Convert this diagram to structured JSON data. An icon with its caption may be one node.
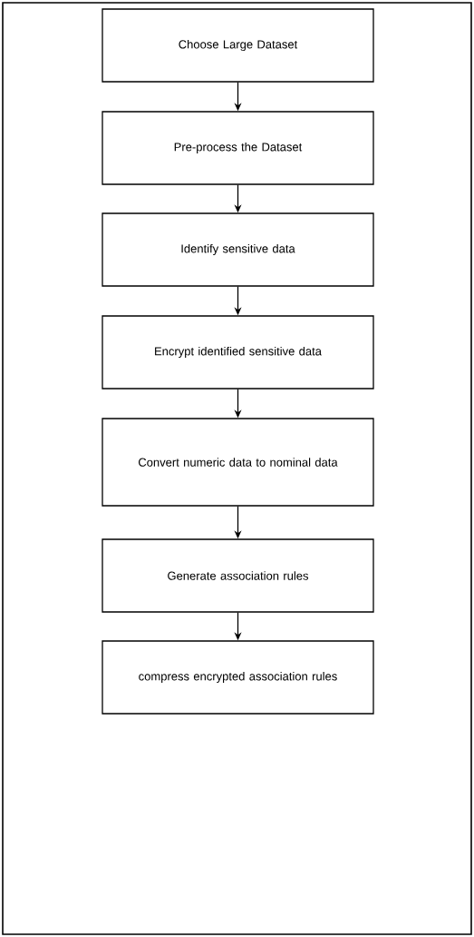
{
  "diagram": {
    "nodes": [
      {
        "text": [
          "Choose Large Dataset"
        ]
      },
      {
        "text": [
          "Pre-process the Dataset"
        ]
      },
      {
        "text": [
          "Identify sensitive data"
        ]
      },
      {
        "text": [
          "Encrypt identified sensitive data"
        ]
      },
      {
        "text": [
          "Convert numeric data to nominal data"
        ]
      },
      {
        "text": [
          "Generate association rules"
        ]
      },
      {
        "text": [
          "compress encrypted association rules"
        ]
      }
    ],
    "edges": [
      {
        "from": 0,
        "to": 1,
        "arrow": "to"
      },
      {
        "from": 1,
        "to": 2,
        "arrow": "to"
      },
      {
        "from": 2,
        "to": 3,
        "arrow": "to"
      },
      {
        "from": 3,
        "to": 4,
        "arrow": "to"
      },
      {
        "from": 4,
        "to": 5,
        "arrow": "to"
      },
      {
        "from": 5,
        "to": 6,
        "arrow": "to"
      }
    ]
  }
}
